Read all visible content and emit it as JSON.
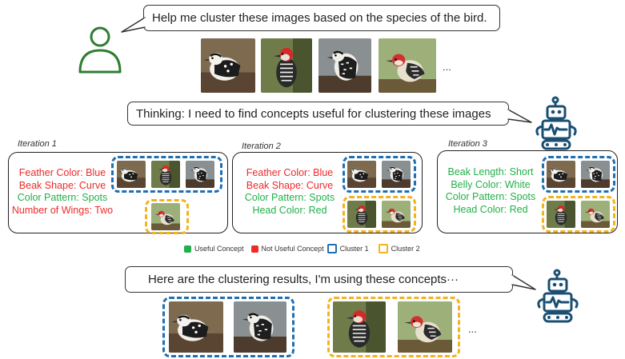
{
  "user_prompt": "Help me cluster these images based on the species of the bird.",
  "thinking_text": "Thinking: I need to find concepts useful for clustering these images",
  "result_text": "Here are the clustering results, I'm using these concepts···",
  "ellipsis": "...",
  "iterations": [
    {
      "label": "Iteration 1",
      "concepts": [
        {
          "text": "Feather Color: Blue",
          "useful": false
        },
        {
          "text": "Beak Shape: Curve",
          "useful": false
        },
        {
          "text": "Color Pattern: Spots",
          "useful": true
        },
        {
          "text": "Number of Wings: Two",
          "useful": false
        }
      ]
    },
    {
      "label": "Iteration 2",
      "concepts": [
        {
          "text": "Feather Color: Blue",
          "useful": false
        },
        {
          "text": "Beak Shape: Curve",
          "useful": false
        },
        {
          "text": "Color Pattern: Spots",
          "useful": true
        },
        {
          "text": "Head Color: Red",
          "useful": true
        }
      ]
    },
    {
      "label": "Iteration 3",
      "concepts": [
        {
          "text": "Beak Length: Short",
          "useful": true
        },
        {
          "text": "Belly Color: White",
          "useful": true
        },
        {
          "text": "Color Pattern: Spots",
          "useful": true
        },
        {
          "text": "Head Color: Red",
          "useful": true
        }
      ]
    }
  ],
  "legend": [
    {
      "label": "Useful Concept",
      "color": "#22b04a",
      "style": "filled"
    },
    {
      "label": "Not Useful Concept",
      "color": "#ee2a2a",
      "style": "filled"
    },
    {
      "label": "Cluster 1",
      "color": "#1f6fb2",
      "style": "outline"
    },
    {
      "label": "Cluster 2",
      "color": "#f4b21c",
      "style": "outline"
    }
  ],
  "colors": {
    "useful": "#22b04a",
    "not_useful": "#ee2a2a",
    "cluster1": "#1f6fb2",
    "cluster2": "#f4b21c",
    "user_icon": "#2e7d32",
    "robot_icon": "#1b4f72"
  },
  "icons": [
    "user-icon",
    "robot-icon",
    "bird-photo-woodpecker",
    "bird-photo-red-bellied"
  ]
}
